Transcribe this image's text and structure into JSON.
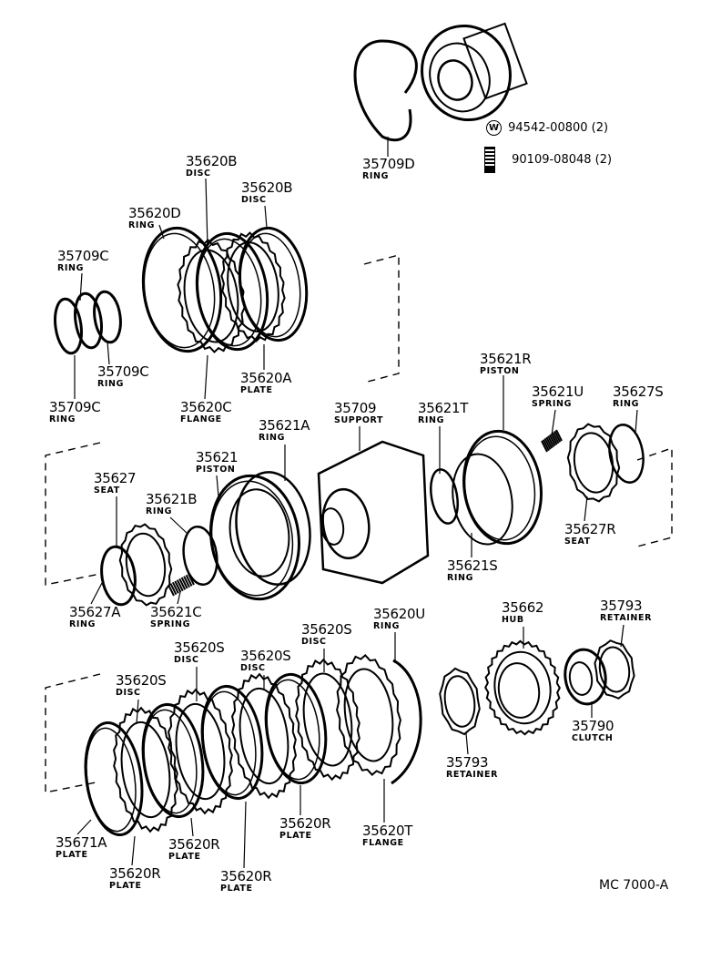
{
  "parts": [
    {
      "id": "p35709D",
      "number": "35709D",
      "name": "RING"
    },
    {
      "id": "p35620B_1",
      "number": "35620B",
      "name": "DISC"
    },
    {
      "id": "p35620B_2",
      "number": "35620B",
      "name": "DISC"
    },
    {
      "id": "p35620D",
      "number": "35620D",
      "name": "RING"
    },
    {
      "id": "p35709C_1",
      "number": "35709C",
      "name": "RING"
    },
    {
      "id": "p35709C_2",
      "number": "35709C",
      "name": "RING"
    },
    {
      "id": "p35709C_3",
      "number": "35709C",
      "name": "RING"
    },
    {
      "id": "p35620A",
      "number": "35620A",
      "name": "PLATE"
    },
    {
      "id": "p35620C",
      "number": "35620C",
      "name": "FLANGE"
    },
    {
      "id": "p35621R",
      "number": "35621R",
      "name": "PISTON"
    },
    {
      "id": "p35621U",
      "number": "35621U",
      "name": "SPRING"
    },
    {
      "id": "p35627S",
      "number": "35627S",
      "name": "RING"
    },
    {
      "id": "p35709",
      "number": "35709",
      "name": "SUPPORT"
    },
    {
      "id": "p35621T",
      "number": "35621T",
      "name": "RING"
    },
    {
      "id": "p35621A",
      "number": "35621A",
      "name": "RING"
    },
    {
      "id": "p35621",
      "number": "35621",
      "name": "PISTON"
    },
    {
      "id": "p35627",
      "number": "35627",
      "name": "SEAT"
    },
    {
      "id": "p35621B",
      "number": "35621B",
      "name": "RING"
    },
    {
      "id": "p35627R",
      "number": "35627R",
      "name": "SEAT"
    },
    {
      "id": "p35621S",
      "number": "35621S",
      "name": "RING"
    },
    {
      "id": "p35627A",
      "number": "35627A",
      "name": "RING"
    },
    {
      "id": "p35621C",
      "number": "35621C",
      "name": "SPRING"
    },
    {
      "id": "p35662",
      "number": "35662",
      "name": "HUB"
    },
    {
      "id": "p35793_1",
      "number": "35793",
      "name": "RETAINER"
    },
    {
      "id": "p35620U",
      "number": "35620U",
      "name": "RING"
    },
    {
      "id": "p35620S_1",
      "number": "35620S",
      "name": "DISC"
    },
    {
      "id": "p35620S_2",
      "number": "35620S",
      "name": "DISC"
    },
    {
      "id": "p35620S_3",
      "number": "35620S",
      "name": "DISC"
    },
    {
      "id": "p35620S_4",
      "number": "35620S",
      "name": "DISC"
    },
    {
      "id": "p35790",
      "number": "35790",
      "name": "CLUTCH"
    },
    {
      "id": "p35793_2",
      "number": "35793",
      "name": "RETAINER"
    },
    {
      "id": "p35620R_1",
      "number": "35620R",
      "name": "PLATE"
    },
    {
      "id": "p35620T",
      "number": "35620T",
      "name": "FLANGE"
    },
    {
      "id": "p35671A",
      "number": "35671A",
      "name": "PLATE"
    },
    {
      "id": "p35620R_2",
      "number": "35620R",
      "name": "PLATE"
    },
    {
      "id": "p35620R_3",
      "number": "35620R",
      "name": "PLATE"
    },
    {
      "id": "p35620R_4",
      "number": "35620R",
      "name": "PLATE"
    }
  ],
  "fasteners": {
    "washer": {
      "text": "94542-00800 (2)",
      "symbol": "W"
    },
    "bolt": {
      "text": "90109-08048 (2)"
    }
  },
  "diagram_code": "MC 7000-A"
}
